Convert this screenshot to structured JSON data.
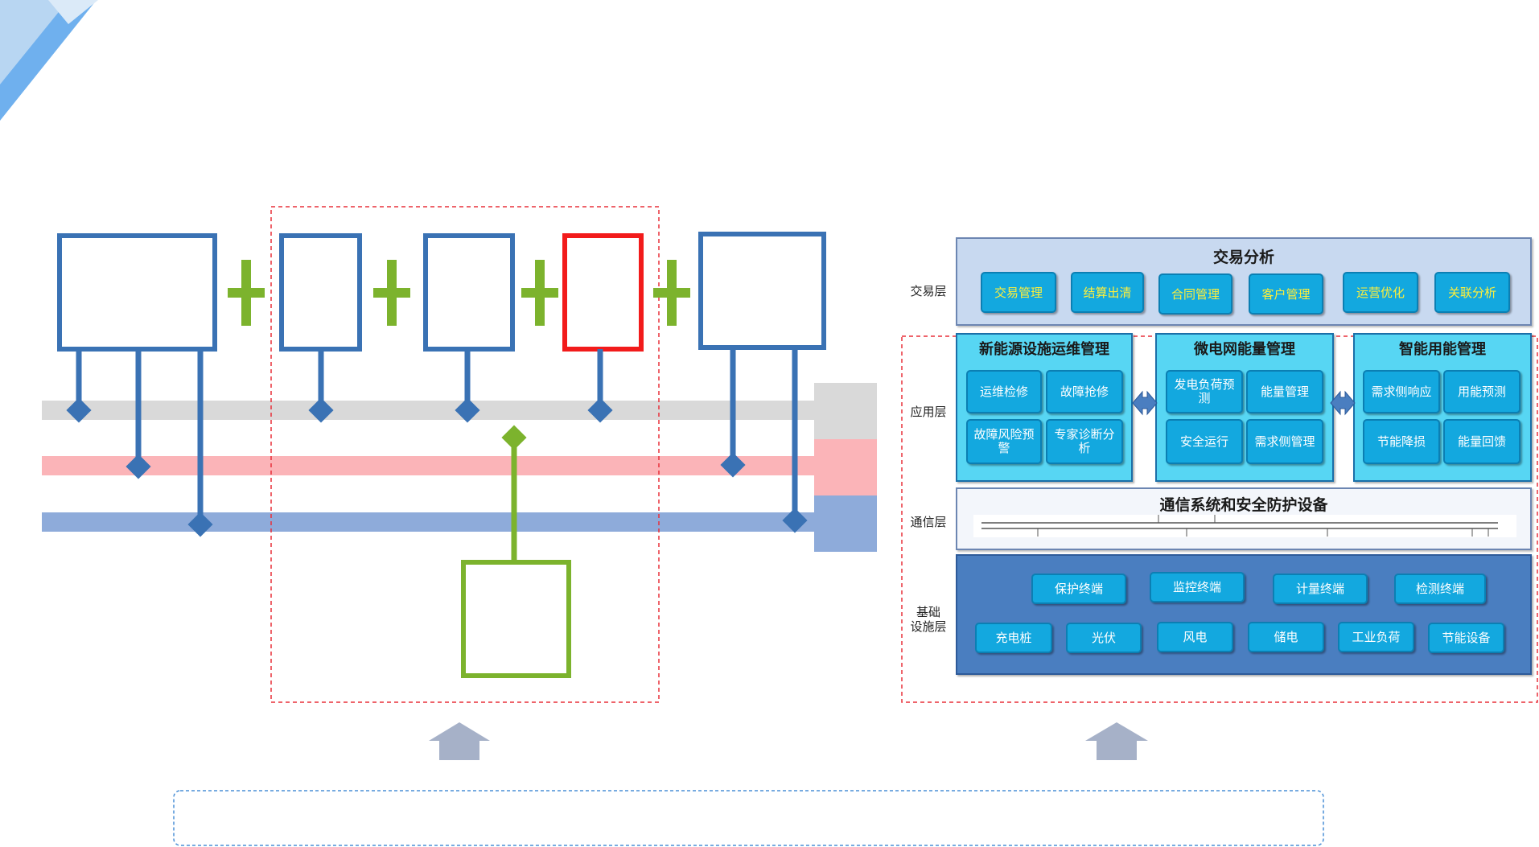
{
  "arch": {
    "trade_layer": {
      "label": "交易层",
      "title": "交易分析",
      "items": [
        "交易管理",
        "结算出清",
        "合同管理",
        "客户管理",
        "运营优化",
        "关联分析"
      ]
    },
    "app_layer": {
      "label": "应用层",
      "groups": [
        {
          "title": "新能源设施运维管理",
          "items": [
            "运维检修",
            "故障抢修",
            "故障风险预警",
            "专家诊断分析"
          ]
        },
        {
          "title": "微电网能量管理",
          "items": [
            "发电负荷预测",
            "能量管理",
            "安全运行",
            "需求侧管理"
          ]
        },
        {
          "title": "智能用能管理",
          "items": [
            "需求侧响应",
            "用能预测",
            "节能降损",
            "能量回馈"
          ]
        }
      ]
    },
    "comm_layer": {
      "label": "通信层",
      "title": "通信系统和安全防护设备"
    },
    "infra_layer": {
      "label_line1": "基础",
      "label_line2": "设施层",
      "row1": [
        "保护终端",
        "监控终端",
        "计量终端",
        "检测终端"
      ],
      "row2": [
        "充电桩",
        "光伏",
        "风电",
        "储电",
        "工业负荷",
        "节能设备"
      ]
    }
  },
  "colors": {
    "blue": "#3a72b4",
    "green": "#7cb32d",
    "red": "#f21b1b",
    "line_gray": "#d9d9d9",
    "line_pink": "#fbb4b8",
    "line_blue": "#8eabda",
    "dashed_red": "#e8303a",
    "layer_light": "#c8d9f0",
    "layer_dark": "#4a7ec0",
    "button": "#13a8df"
  }
}
